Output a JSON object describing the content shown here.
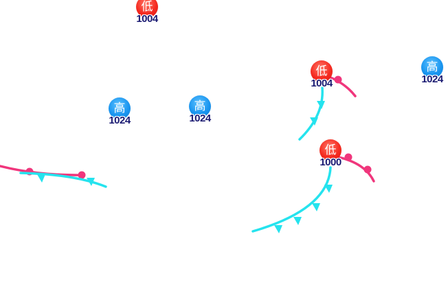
{
  "colors": {
    "cold_front": "#25e3ee",
    "warm_front": "#f0367c",
    "low_badge": "#f52a20",
    "high_badge": "#1a96f0",
    "value_text": "#1a1a72"
  },
  "systems": [
    {
      "kind": "low",
      "glyph": "低",
      "value": "1004"
    },
    {
      "kind": "low",
      "glyph": "低",
      "value": "1004"
    },
    {
      "kind": "low",
      "glyph": "低",
      "value": "1000"
    },
    {
      "kind": "high",
      "glyph": "高",
      "value": "1024"
    },
    {
      "kind": "high",
      "glyph": "高",
      "value": "1024"
    },
    {
      "kind": "high",
      "glyph": "高",
      "value": "1024"
    }
  ],
  "fronts": [
    {
      "type": "warm"
    },
    {
      "type": "cold"
    },
    {
      "type": "warm"
    },
    {
      "type": "cold"
    },
    {
      "type": "warm"
    },
    {
      "type": "cold"
    }
  ]
}
